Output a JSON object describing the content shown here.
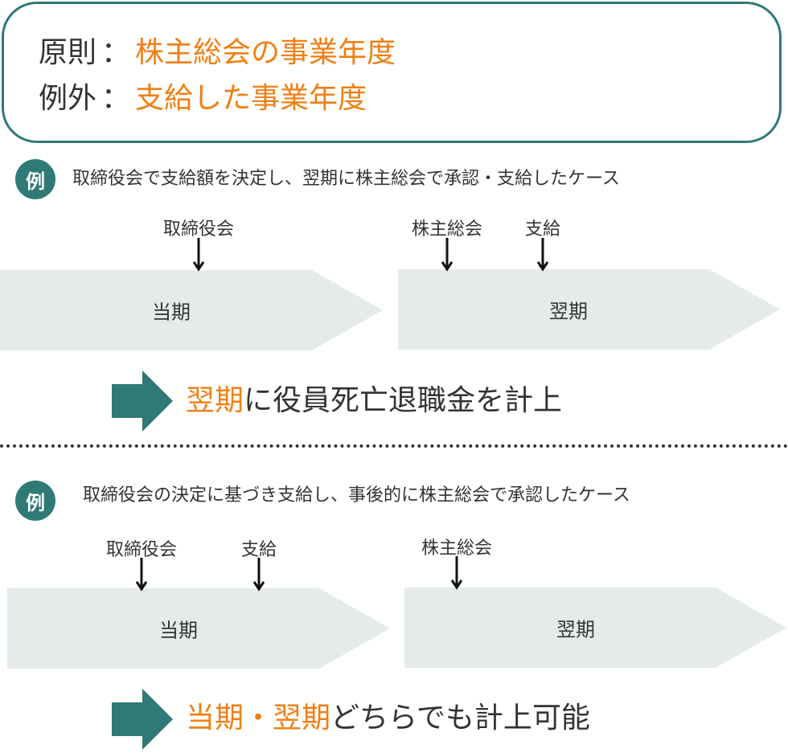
{
  "principle": {
    "line1": {
      "label": "原則",
      "colon": "：",
      "value": "株主総会の事業年度"
    },
    "line2": {
      "label": "例外",
      "colon": "：",
      "value": "支給した事業年度"
    }
  },
  "example1": {
    "badge": "例",
    "description": "取締役会で支給額を決定し、翌期に株主総会で承認・支給したケース",
    "current_period": "当期",
    "next_period": "翌期",
    "events": [
      "取締役会",
      "株主総会",
      "支給"
    ],
    "conclusion": {
      "accent": "翌期",
      "rest": "に役員死亡退職金を計上"
    }
  },
  "example2": {
    "badge": "例",
    "description": "取締役会の決定に基づき支給し、事後的に株主総会で承認したケース",
    "current_period": "当期",
    "next_period": "翌期",
    "events": [
      "取締役会",
      "支給",
      "株主総会"
    ],
    "conclusion": {
      "accent": "当期・翌期",
      "rest": "どちらでも計上可能"
    }
  },
  "colors": {
    "accent": "#f07f13",
    "teal": "#2f7a76",
    "period_fill": "#e5ebe8",
    "text": "#333333"
  }
}
